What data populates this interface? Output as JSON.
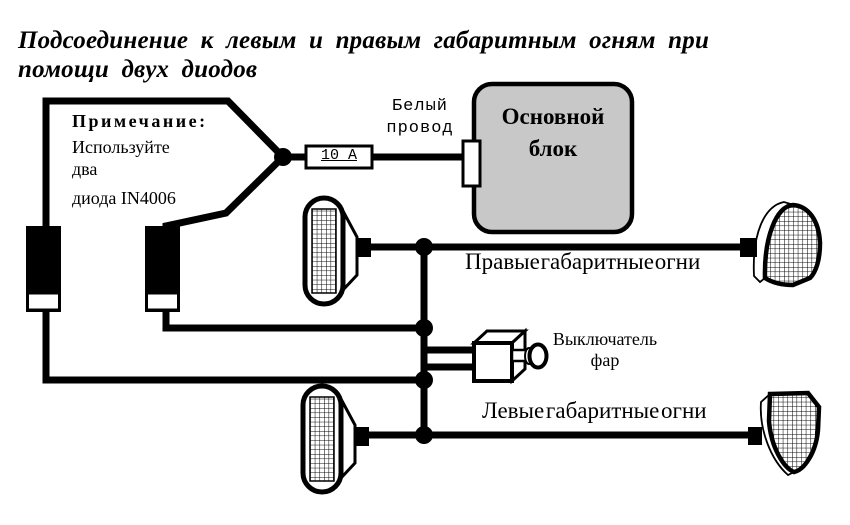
{
  "title": "Подсоединение к левым и правым габаритным огням при\nпомощи двух диодов",
  "note": {
    "heading": "Примечание:",
    "lines": [
      "Используйте",
      "два",
      "диода IN4006"
    ]
  },
  "labels": {
    "white_wire": "Белый\nпровод",
    "fuse": "10 А",
    "main_block": "Основной\nблок",
    "right_lights": "Правые габаритные огни",
    "switch": "Выключатель\nфар",
    "left_lights": "Левые габаритные огни"
  },
  "icons": {
    "diode": "diode-symbol",
    "lamp": "marker-lamp-symbol",
    "switch": "headlight-switch-symbol",
    "fuse": "fuse-10a-symbol",
    "junction": "wire-junction-dot"
  },
  "colors": {
    "wire": "#000000",
    "block_fill": "#c8c8c8",
    "background": "#ffffff"
  }
}
